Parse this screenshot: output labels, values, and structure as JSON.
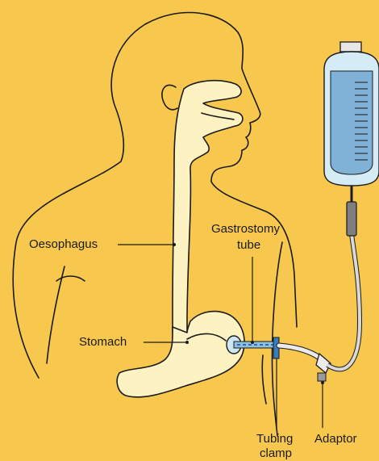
{
  "diagram": {
    "labels": {
      "oesophagus": "Oesophagus",
      "gastrostomy_line1": "Gastrostomy",
      "gastrostomy_line2": "tube",
      "stomach": "Stomach",
      "tubing_clamp_line1": "Tubing",
      "tubing_clamp_line2": "clamp",
      "adaptor": "Adaptor"
    },
    "colors": {
      "background": "#f8c84e",
      "organ_fill": "#fdf3c2",
      "bag_fill": "#d5ecf7",
      "bag_fluid": "#7fb2d6",
      "tube": "#e8e8e8",
      "clamp": "#3a7dbd"
    }
  }
}
